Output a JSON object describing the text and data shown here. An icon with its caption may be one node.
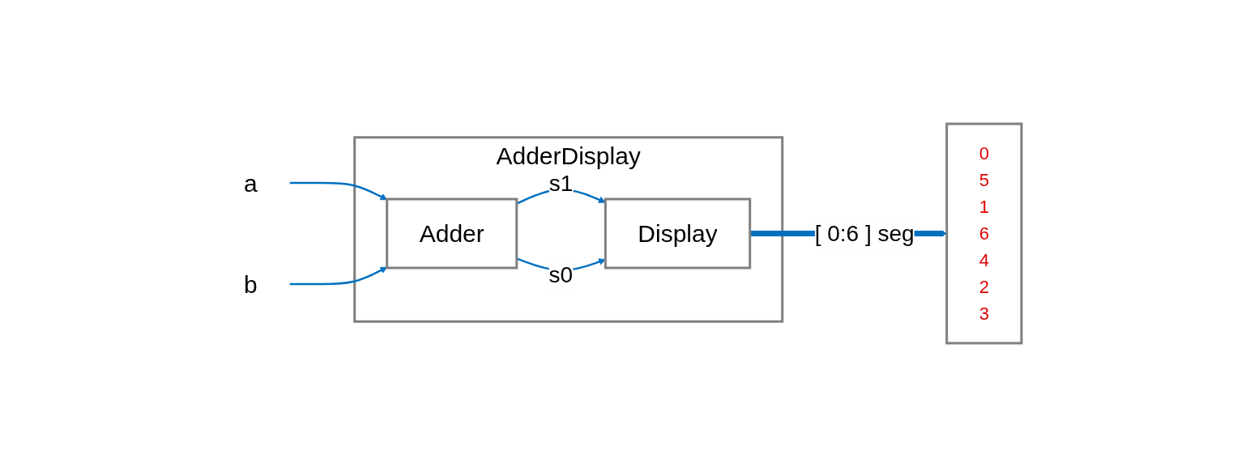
{
  "diagram": {
    "nodes": [
      {
        "text": [
          "AdderDisplay"
        ]
      },
      {
        "text": [
          "Adder"
        ],
        "in": 0
      },
      {
        "text": [
          "Display"
        ],
        "in": 0
      },
      {
        "text": [
          "a"
        ]
      },
      {
        "text": [
          "b"
        ]
      },
      {
        "text": [
          "0",
          "5",
          "1",
          "6",
          "4",
          "2",
          "3"
        ]
      }
    ],
    "edges": [
      {
        "from": 3,
        "to": 1,
        "arrow": "to"
      },
      {
        "from": 4,
        "to": 1,
        "arrow": "to"
      },
      {
        "from": 1,
        "to": 2,
        "arrow": "to",
        "label": "s1"
      },
      {
        "from": 1,
        "to": 2,
        "arrow": "to",
        "label": "s0"
      },
      {
        "from": 2,
        "to": 5,
        "arrow": "to",
        "label": "[ 0:6 ] seg",
        "style": "thick"
      }
    ]
  }
}
